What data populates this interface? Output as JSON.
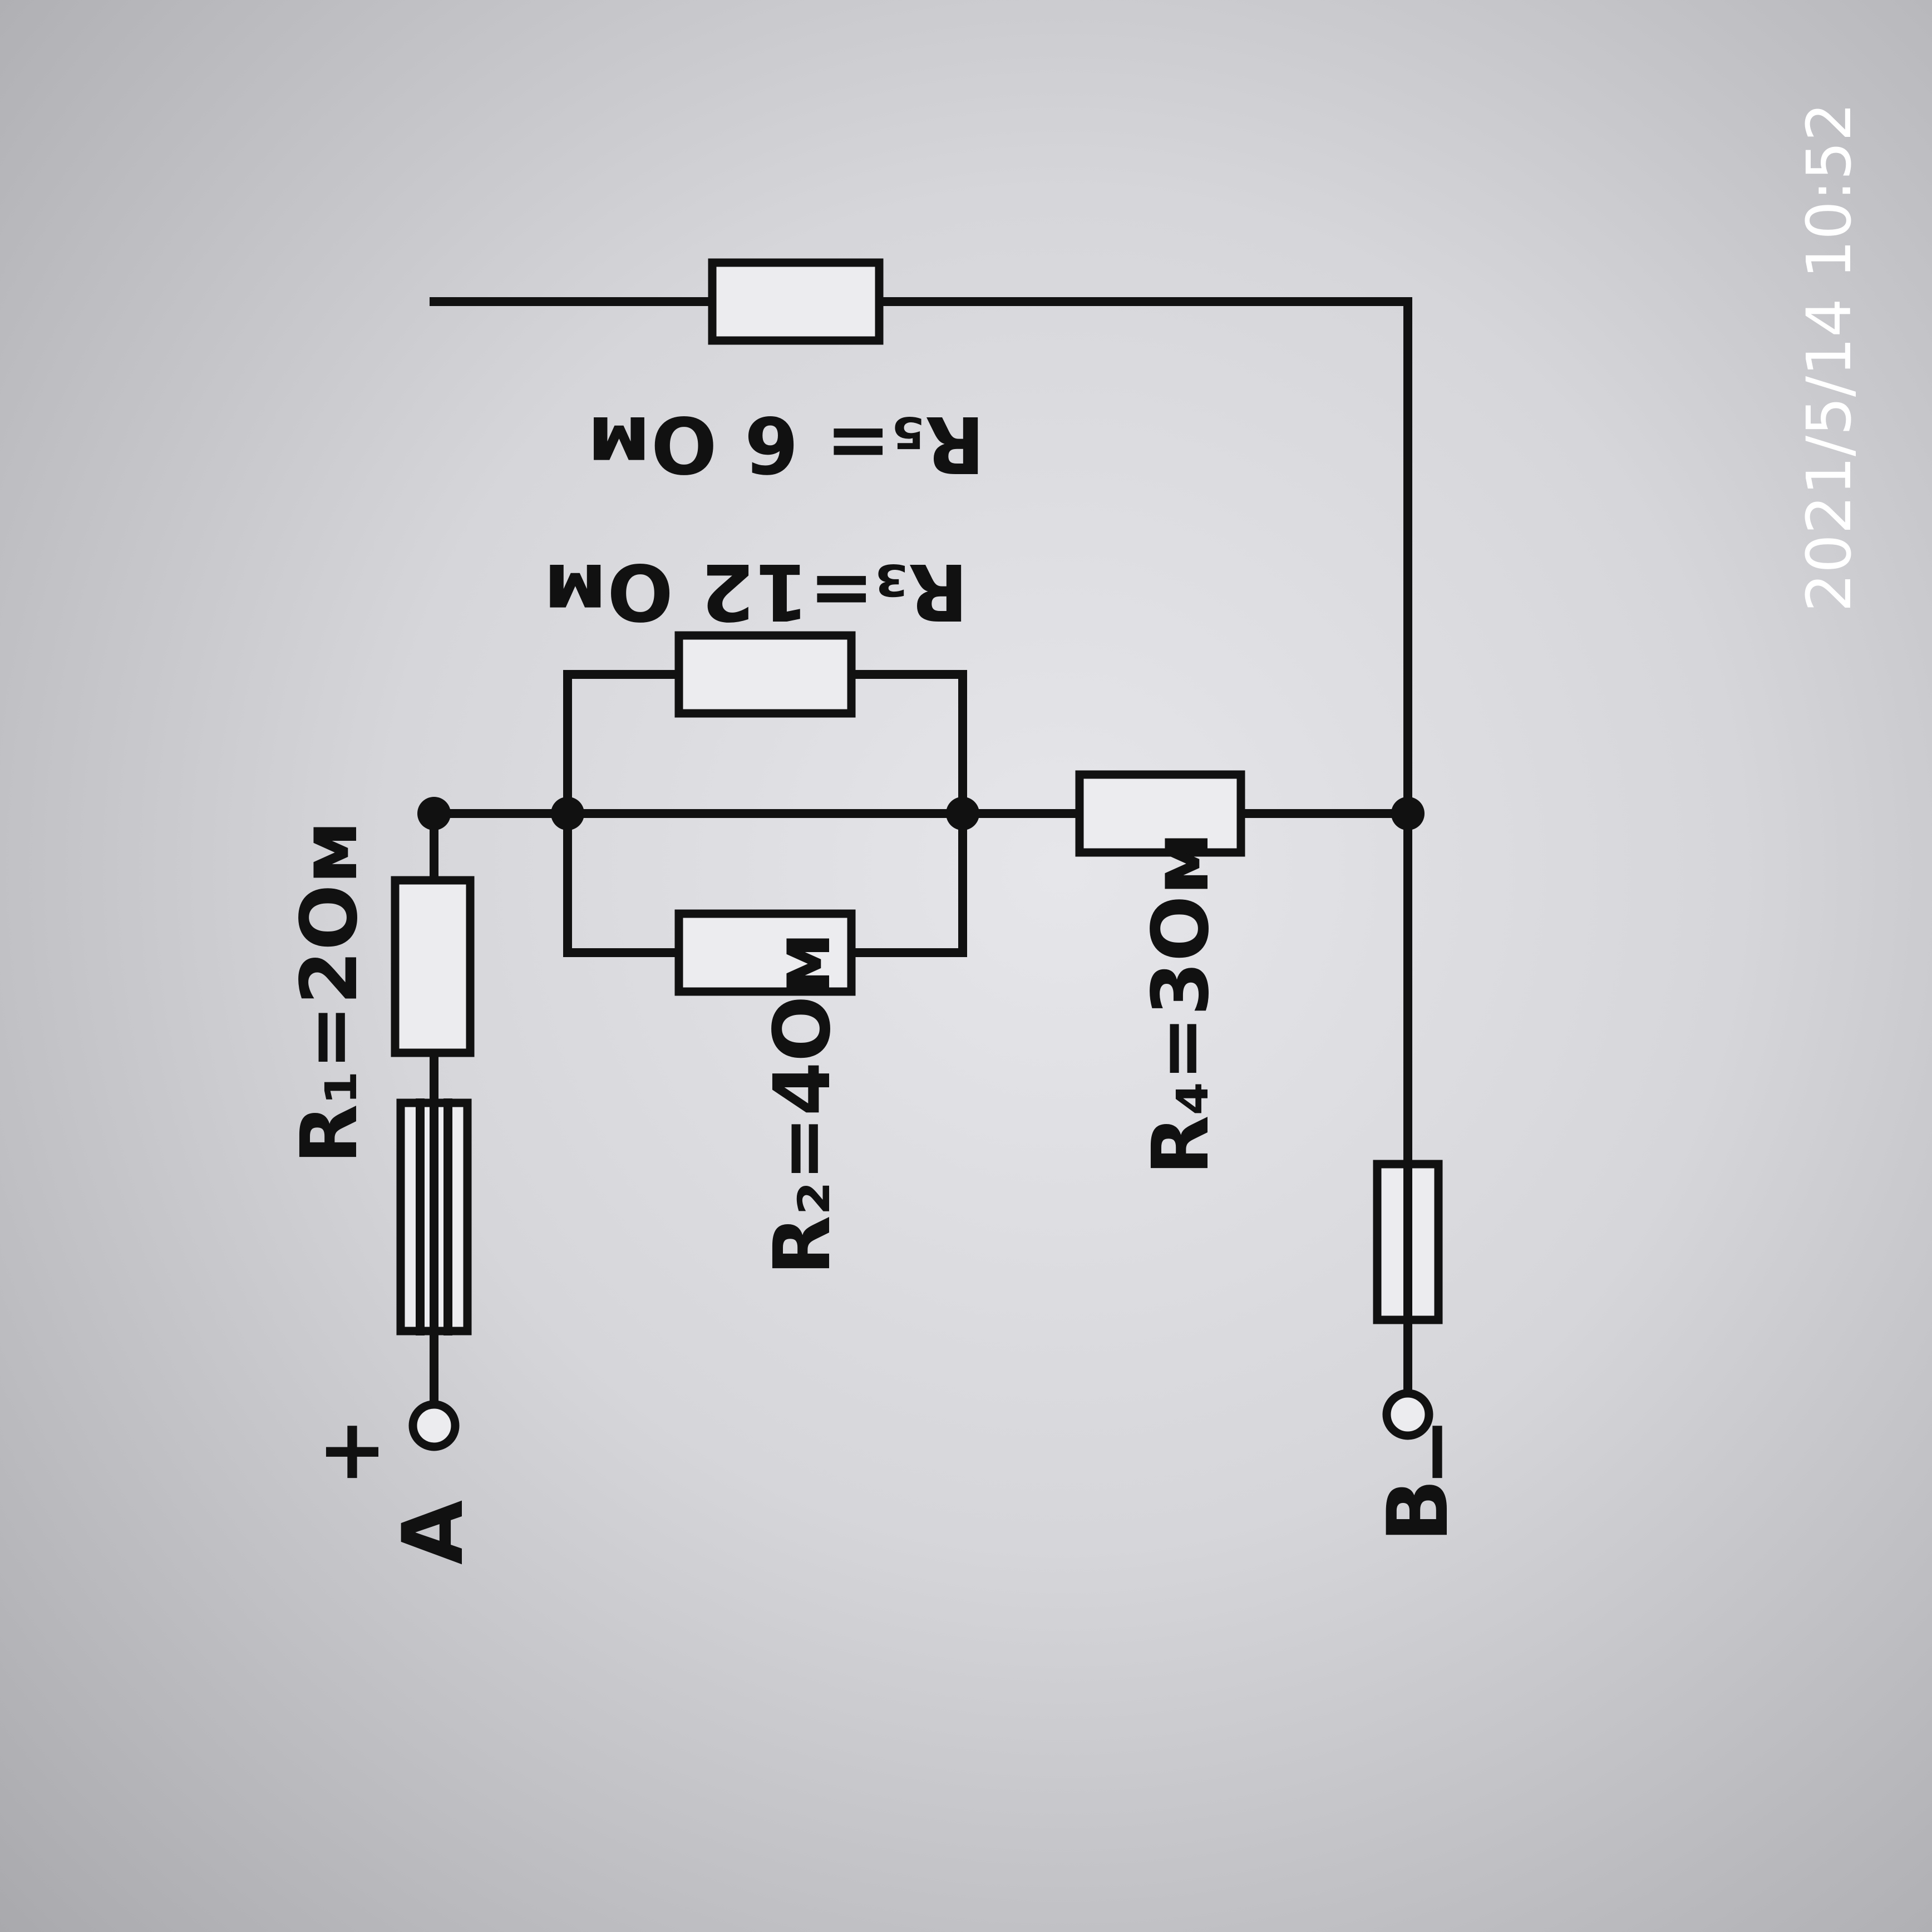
{
  "diagram": {
    "terminals": {
      "a": "A",
      "b": "B",
      "a_sign": "+",
      "b_sign": "−"
    },
    "resistors": {
      "r1": "R₁=2Ом",
      "r2": "R₂=4Ом",
      "r3": "R₃=12 Ом",
      "r4": "R₄=3Ом",
      "r5": "R₅= 6 Ом"
    }
  },
  "timestamp": "2021/5/14 10:52"
}
